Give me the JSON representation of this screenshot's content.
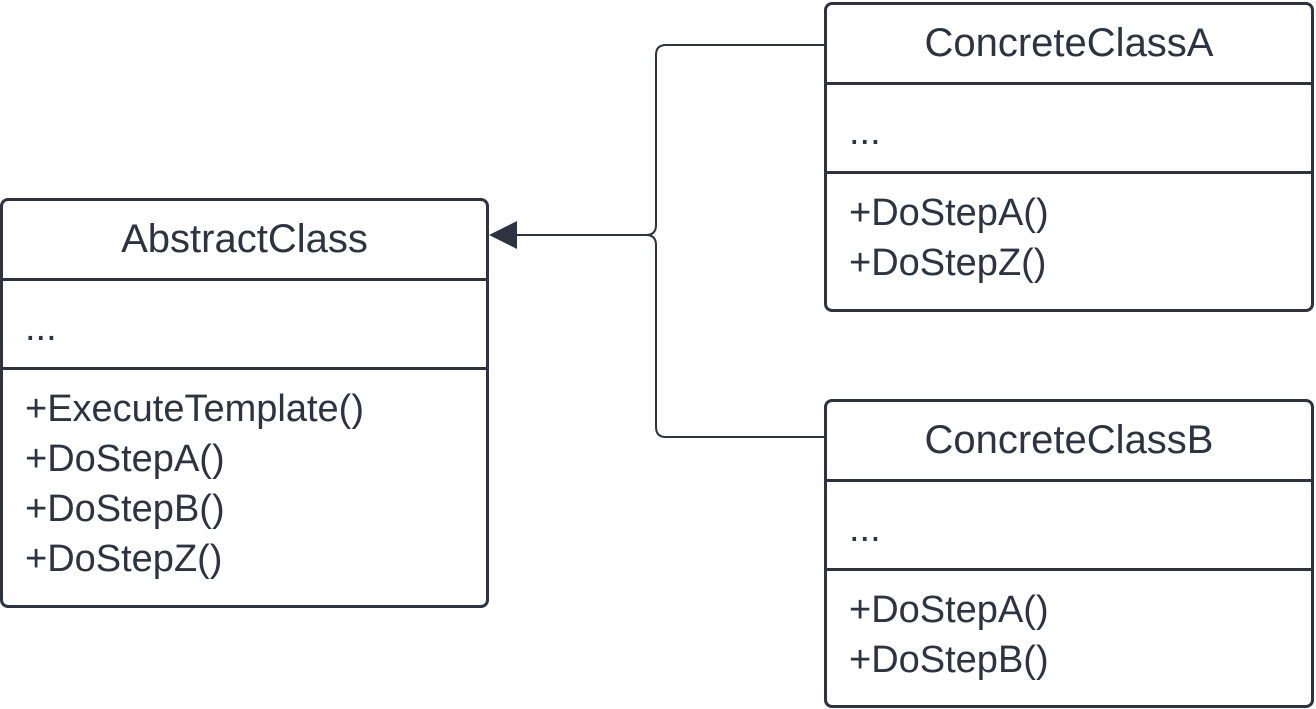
{
  "diagram": {
    "classes": [
      {
        "id": "abstract",
        "name": "AbstractClass",
        "attributes": "...",
        "operations": [
          "+ExecuteTemplate()",
          "+DoStepA()",
          "+DoStepB()",
          "+DoStepZ()"
        ]
      },
      {
        "id": "concrete_a",
        "name": "ConcreteClassA",
        "attributes": "...",
        "operations": [
          "+DoStepA()",
          "+DoStepZ()"
        ]
      },
      {
        "id": "concrete_b",
        "name": "ConcreteClassB",
        "attributes": "...",
        "operations": [
          "+DoStepA()",
          "+DoStepB()"
        ]
      }
    ],
    "relationships": [
      {
        "type": "inheritance",
        "from": "ConcreteClassA",
        "to": "AbstractClass"
      },
      {
        "type": "inheritance",
        "from": "ConcreteClassB",
        "to": "AbstractClass"
      }
    ],
    "colors": {
      "line": "#2d3340",
      "background": "#ffffff"
    }
  }
}
